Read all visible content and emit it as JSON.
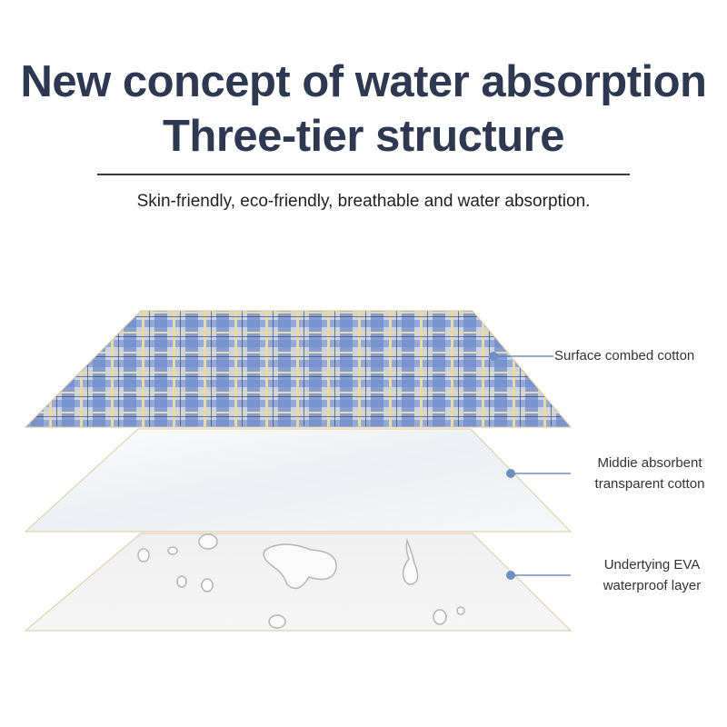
{
  "header": {
    "title_line1": "New concept of water absorption",
    "title_line2": "Three-tier structure",
    "subtitle": "Skin-friendly, eco-friendly, breathable and water absorption."
  },
  "layers": [
    {
      "label": "Surface combed cotton"
    },
    {
      "label_line1": "Middie absorbent",
      "label_line2": "transparent cotton"
    },
    {
      "label_line1": "Undertying EVA",
      "label_line2": "waterproof layer"
    }
  ],
  "colors": {
    "title": "#2e3850",
    "callout": "#6f8fc4",
    "plaid_blue": "#6f8ccc",
    "plaid_yellow": "#e8d9a8"
  }
}
